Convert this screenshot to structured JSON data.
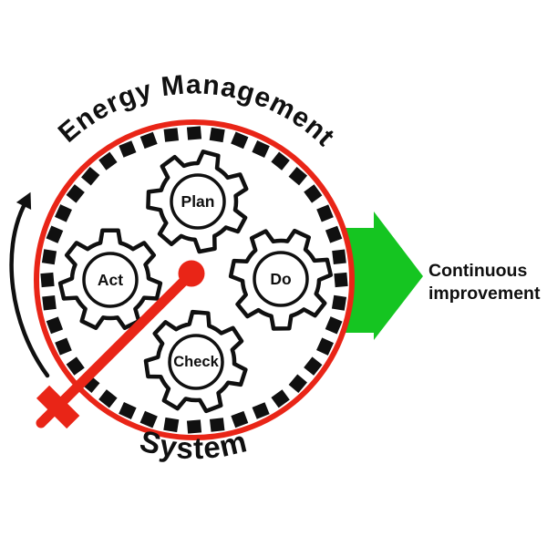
{
  "diagram": {
    "top_label": "Energy Management",
    "bottom_label": "System",
    "gears": [
      {
        "label": "Plan"
      },
      {
        "label": "Do"
      },
      {
        "label": "Check"
      },
      {
        "label": "Act"
      }
    ],
    "arrow_caption": {
      "line1": "Continuous",
      "line2": "improvement"
    },
    "colors": {
      "red": "#e92517",
      "green": "#15c521",
      "ink": "#101010",
      "background": "#ffffff"
    }
  }
}
